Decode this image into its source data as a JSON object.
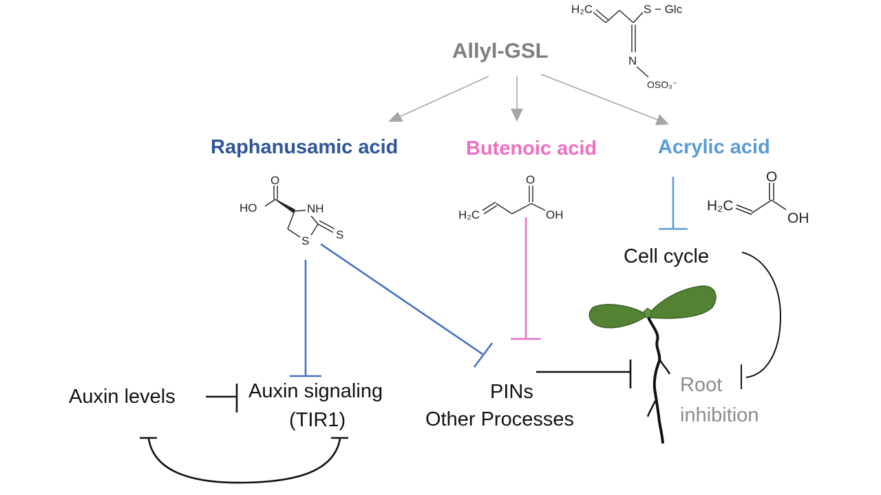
{
  "colors": {
    "precursor": "#7f7f7f",
    "raphanusamic": "#2f5597",
    "butenoic": "#f06fc0",
    "acrylic": "#5b9bd5",
    "inhibit_blue": "#4472c4",
    "inhibit_pink": "#ea6fc5",
    "inhibit_light_blue": "#5b9bd5",
    "black": "#111111",
    "root_label": "#8c8c8c",
    "leaf_fill": "#548235",
    "leaf_stroke": "#3a5f22",
    "arrow_gray": "#a6a6a6"
  },
  "precursor": {
    "label": "Allyl-GSL",
    "structure": {
      "h2c": "H₂C",
      "s_glc": "S − Glc",
      "n": "N",
      "oso3": "OSO₃⁻"
    }
  },
  "metabolites": [
    {
      "id": "raphanusamic",
      "label": "Raphanusamic acid",
      "structure": {
        "o": "O",
        "ho": "HO",
        "nh": "NH",
        "s_ring": "S",
        "s_thione": "S"
      }
    },
    {
      "id": "butenoic",
      "label": "Butenoic acid",
      "structure": {
        "h2c": "H₂C",
        "o": "O",
        "oh": "OH"
      }
    },
    {
      "id": "acrylic",
      "label": "Acrylic acid",
      "structure": {
        "h2c": "H₂C",
        "o": "O",
        "oh": "OH"
      }
    }
  ],
  "nodes": {
    "auxin_levels": "Auxin levels",
    "auxin_signaling_line1": "Auxin signaling",
    "auxin_signaling_line2": "(TIR1)",
    "pins_line1": "PINs",
    "pins_line2": "Other Processes",
    "cell_cycle": "Cell cycle",
    "root_line1": "Root",
    "root_line2": "inhibition"
  },
  "edges": [
    {
      "from": "Allyl-GSL",
      "to": "Raphanusamic acid",
      "type": "conversion"
    },
    {
      "from": "Allyl-GSL",
      "to": "Butenoic acid",
      "type": "conversion"
    },
    {
      "from": "Allyl-GSL",
      "to": "Acrylic acid",
      "type": "conversion"
    },
    {
      "from": "Raphanusamic acid",
      "to": "Auxin signaling (TIR1)",
      "type": "inhibition"
    },
    {
      "from": "Raphanusamic acid",
      "to": "PINs / Other Processes",
      "type": "inhibition"
    },
    {
      "from": "Butenoic acid",
      "to": "PINs / Other Processes",
      "type": "inhibition"
    },
    {
      "from": "Acrylic acid",
      "to": "Cell cycle",
      "type": "inhibition"
    },
    {
      "from": "Auxin levels",
      "to": "Auxin signaling (TIR1)",
      "type": "inhibition"
    },
    {
      "from": "Auxin signaling (TIR1)",
      "to": "Auxin levels",
      "type": "mutual-inhibition-loop"
    },
    {
      "from": "PINs / Other Processes",
      "to": "Root inhibition",
      "type": "inhibition"
    },
    {
      "from": "Cell cycle",
      "to": "Root inhibition",
      "type": "inhibition"
    }
  ]
}
